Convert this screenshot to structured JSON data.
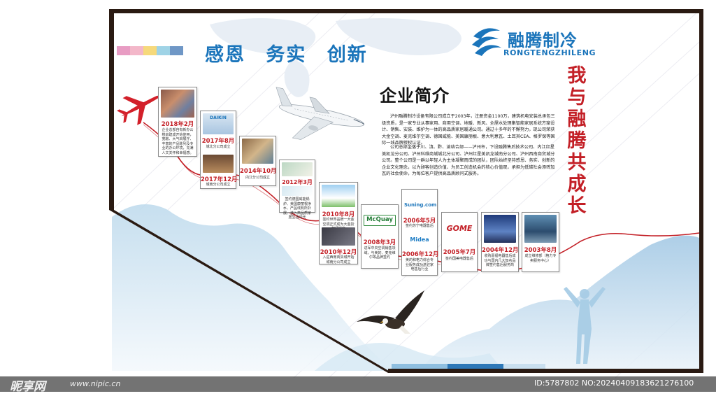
{
  "slogan": [
    "感恩",
    "务实",
    "创新"
  ],
  "logo": {
    "name": "融腾制冷",
    "pinyin": "RONGTENGZHILENG"
  },
  "vertical_title": [
    "我",
    "与",
    "融",
    "腾",
    "共",
    "成",
    "长"
  ],
  "intro": {
    "title": "企业简介",
    "paragraphs": [
      "泸州融腾制冷设备有限公司成立于2003年，注册资金1100万，建筑机电安装总承包三级资质，是一家专业从事家用、商用空调、地暖、新风、全屋水处理集智能家居系统方案设计、销售、安装、维护为一体的高品质家居暖通公司。通过十多年的不懈努力，现公司荣获大金空调、麦克维尔空调、德国威能、美国康丽根、意大利意瓦、土耳其CEA、格罗保等国际一线品牌授权认证。",
      "公司总部坐落于川、滇、黔、渝结合部——泸州市，下设融腾售后技术公司、内江红星美凯龙分公司、泸州科维商城城北分公司、泸州红星美凯龙城南分公司、泸州西南商贸城分公司。整个公司是一群以年轻人为主体凝聚而成的团队，团队始终坚持感恩、务实、创新的企业文化理念，以为顾客创造价值、为员工创造机会的核心价值观，承担为低碳社会添砖加瓦的社会使命，为每位客户提供高品质顾问式服务。"
    ]
  },
  "timeline": [
    {
      "date": "2018年2月",
      "desc": "企业总部自有新办公楼启建成开始使用，宽敞、大气目展厅、丰富的产品陈列及专业的办公环境，充满人文关怀和幸福感。"
    },
    {
      "date": "2017年8月",
      "desc": "城北分公司成立",
      "brand": "DAIKIN"
    },
    {
      "date": "2017年12月",
      "desc": "城南分公司成立"
    },
    {
      "date": "2014年10月",
      "desc": "内江分公司成立"
    },
    {
      "date": "2012年3月",
      "desc": "签约德国威能锅炉、美国康丽根净水、产品线有所扑展、进入高品质家居生活时代"
    },
    {
      "date": "2010年8月",
      "desc": "签约世界品牌一大金空调正式成为大金授权经销商"
    },
    {
      "date": "2010年12月",
      "desc": "入驻西南商贸城开始城南分公司成立"
    },
    {
      "date": "2008年3月",
      "desc": "进军中央空调销售领域，与美的、麦克维尔等品牌签约",
      "brand": "McQuay"
    },
    {
      "date": "2006年5月",
      "desc": "签约苏宁电器售后",
      "brand": "Suning.com"
    },
    {
      "date": "2006年12月",
      "desc": "美的和格力综合专业服务成功进驻家电售后行业",
      "brand": "Midea"
    },
    {
      "date": "2005年7月",
      "desc": "签约国美电器售后",
      "brand": "GOME"
    },
    {
      "date": "2004年12月",
      "desc": "收购嘉福电器售后成功与国内几大知名品牌签约售后服务商"
    },
    {
      "date": "2003年8月",
      "desc": "成立维修部（格力专卖服务中心）"
    }
  ],
  "watermark": {
    "left": "昵享网",
    "url": "www.nipic.cn",
    "id": "ID:5787802 NO:20240409183621276100"
  },
  "colors": {
    "accent_blue": "#1b75bb",
    "accent_red": "#c31f26",
    "frame_dark": "#2a1a12"
  }
}
